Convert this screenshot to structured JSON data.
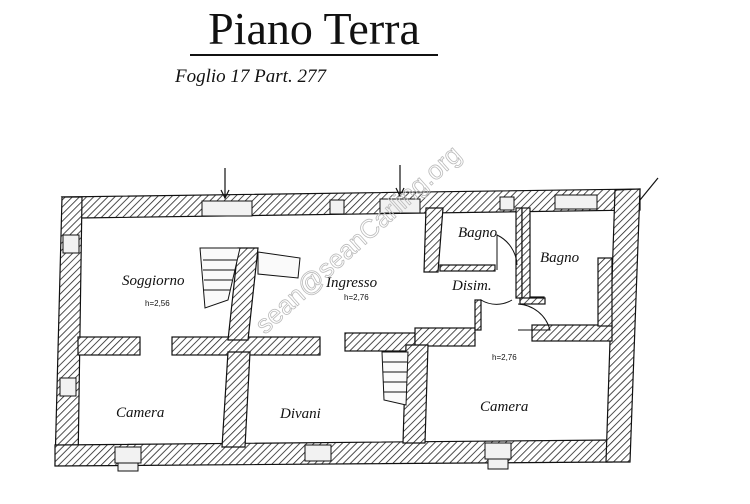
{
  "header": {
    "title": "Piano Terra",
    "subtitle": "Foglio 17 Part. 277"
  },
  "rooms": [
    {
      "name": "Soggiorno",
      "height": "h=2,56"
    },
    {
      "name": "Ingresso",
      "height": "h=2,76"
    },
    {
      "name": "Bagno"
    },
    {
      "name": "Disim."
    },
    {
      "name": "Bagno"
    },
    {
      "name": "Camera",
      "height": "h=2,76"
    },
    {
      "name": "Camera"
    },
    {
      "name": "Divani"
    }
  ],
  "watermark": "sean@seanCarling.org"
}
